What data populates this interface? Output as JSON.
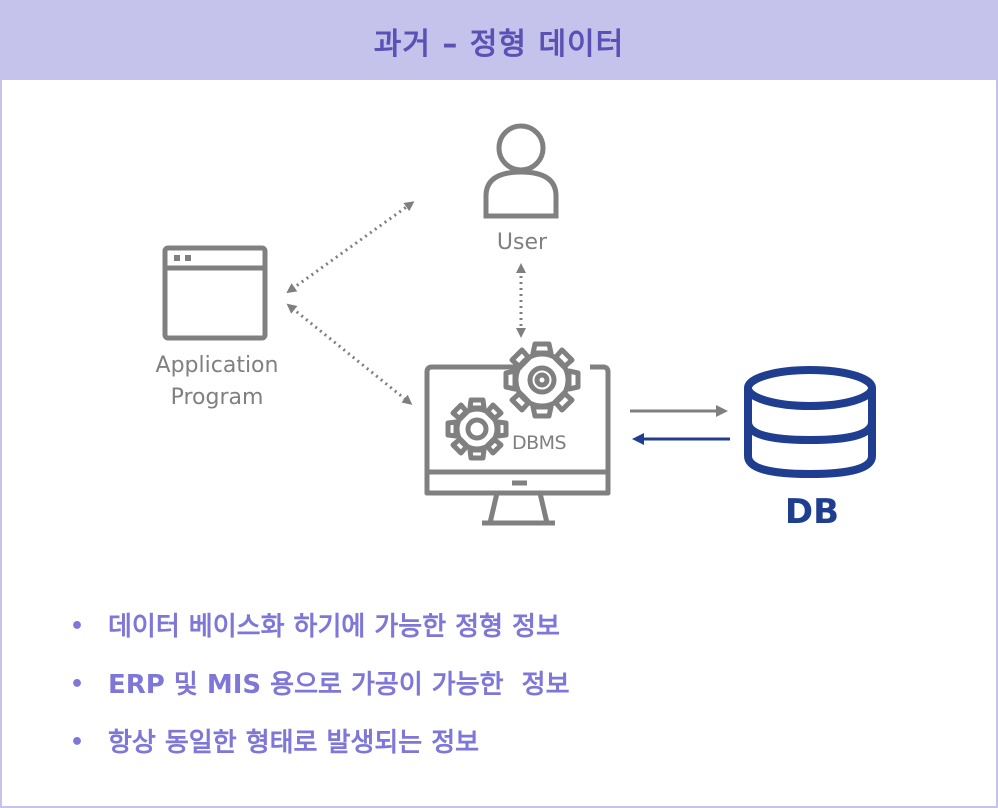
{
  "header": {
    "title": "과거 – 정형 데이터"
  },
  "diagram": {
    "user_label": "User",
    "app_label_line1": "Application",
    "app_label_line2": "Program",
    "dbms_label": "DBMS",
    "db_label": "DB",
    "colors": {
      "icon_gray": "#808080",
      "db_blue": "#1f3e8f",
      "arrow_gray": "#7f7f7f",
      "arrow_blue": "#1f3e8f"
    },
    "icons": [
      "user-icon",
      "application-window-icon",
      "dbms-monitor-gears-icon",
      "database-cylinder-icon"
    ]
  },
  "bullets": [
    "데이터 베이스화 하기에 가능한 정형 정보",
    "ERP 및 MIS 용으로 가공이 가능한  정보",
    "항상 동일한 형태로 발생되는 정보"
  ],
  "bullet_symbol": "•",
  "colors": {
    "header_bg": "#c5c3ec",
    "header_text": "#5b50b4",
    "bullet_text": "#7f77d8"
  }
}
